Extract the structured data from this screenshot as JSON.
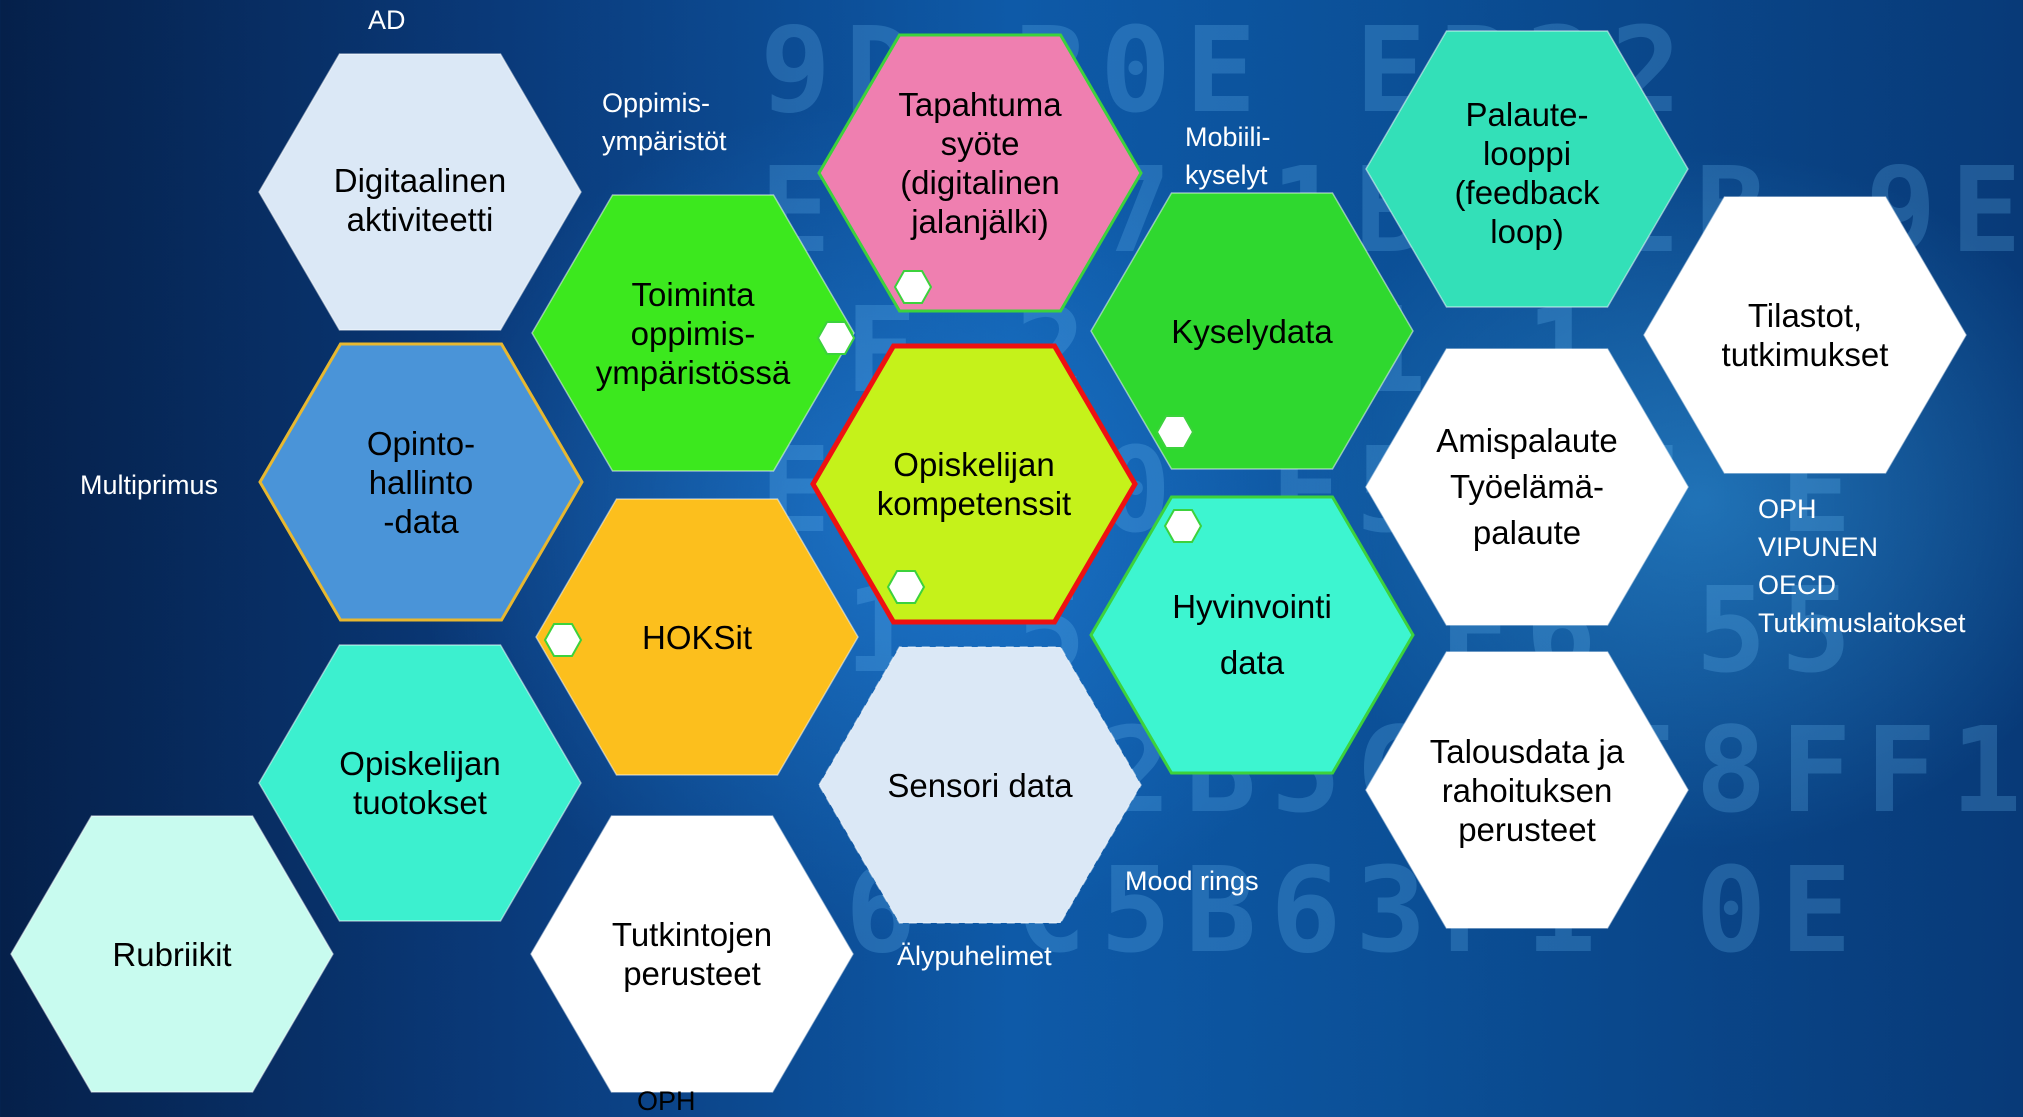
{
  "hexes": [
    {
      "id": "digitaalinen",
      "lines": [
        "Digitaalinen",
        "aktiviteetti"
      ],
      "fill": "#dbe8f6"
    },
    {
      "id": "toiminta",
      "lines": [
        "Toiminta",
        "oppimis-",
        "ympäristössä"
      ],
      "fill": "#3ce81e"
    },
    {
      "id": "tapahtuma",
      "lines": [
        "Tapahtuma",
        "syöte",
        "(digitalinen",
        "jalanjälki)"
      ],
      "fill": "#ef7fb0"
    },
    {
      "id": "kyselydata",
      "lines": [
        "Kyselydata"
      ],
      "fill": "#2fd82f"
    },
    {
      "id": "palaute",
      "lines": [
        "Palaute-",
        "looppi",
        "(feedback",
        "loop)"
      ],
      "fill": "#33e0b8"
    },
    {
      "id": "tilastot",
      "lines": [
        "Tilastot,",
        "tutkimukset"
      ],
      "fill": "#ffffff"
    },
    {
      "id": "opintohallinto",
      "lines": [
        "Opinto-",
        "hallinto",
        "-data"
      ],
      "fill": "#4a94d8"
    },
    {
      "id": "kompetenssit",
      "lines": [
        "Opiskelijan",
        "kompetenssit"
      ],
      "fill": "#c5f21a"
    },
    {
      "id": "amispalaute",
      "lines": [
        "Amispalaute",
        "Työelämä-",
        "palaute"
      ],
      "fill": "#ffffff"
    },
    {
      "id": "hoksit",
      "lines": [
        "HOKSit"
      ],
      "fill": "#fcbf1d"
    },
    {
      "id": "hyvinvointi",
      "lines": [
        "Hyvinvointi",
        "data"
      ],
      "fill": "#3df5d0"
    },
    {
      "id": "tuotokset",
      "lines": [
        "Opiskelijan",
        "tuotokset"
      ],
      "fill": "#3cf0cf"
    },
    {
      "id": "sensori",
      "lines": [
        "Sensori data"
      ],
      "fill": "#dbe8f6"
    },
    {
      "id": "talousdata",
      "lines": [
        "Talousdata ja",
        "rahoituksen",
        "perusteet"
      ],
      "fill": "#ffffff"
    },
    {
      "id": "rubriikit",
      "lines": [
        "Rubriikit"
      ],
      "fill": "#c8fbef"
    },
    {
      "id": "tutkintojen",
      "lines": [
        "Tutkintojen",
        "perusteet"
      ],
      "fill": "#ffffff"
    }
  ],
  "labels": {
    "ad": "AD",
    "oppimisymparistot": "Oppimis-\nympäristöt",
    "mobiilikyselyt": "Mobiili-\nkyselyt",
    "multiprimus": "Multiprimus",
    "oph_sources": "OPH\nVIPUNEN\nOECD\nTutkimuslaitokset",
    "mood_rings": "Mood rings",
    "alypuhelimet": "Älypuhelimet",
    "oph_bottom": "OPH"
  },
  "background_chars": "9D B0E EB22\nE C77 1B A2B 9E\n F 2 0 1 1 2E\nE5 40 F5 F7 E\n41 56 C E6 55\n F 72B5CCA58FF1 6\n 6 C5B63F1 0E"
}
